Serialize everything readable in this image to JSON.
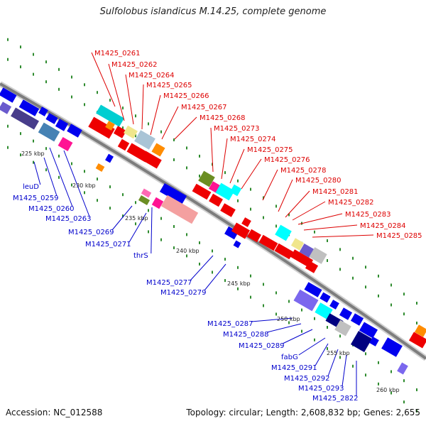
{
  "title": "Sulfolobus islandicus M.14.25, complete genome",
  "accession_text": "Accession: NC_012588",
  "topology_text": "Topology: circular; Length: 2,608,832 bp; Genes: 2,655",
  "colors": {
    "forward_label": "#dd0000",
    "reverse_label": "#0000cc",
    "backbone": "#808080",
    "tick": "#2e8b2e"
  },
  "ticks": [
    "225 kbp",
    "230 kbp",
    "235 kbp",
    "240 kbp",
    "245 kbp",
    "250 kbp",
    "255 kbp",
    "260 kbp"
  ],
  "forward_labels": [
    "M1425_0261",
    "M1425_0262",
    "M1425_0264",
    "M1425_0265",
    "M1425_0266",
    "M1425_0267",
    "M1425_0268",
    "M1425_0273",
    "M1425_0274",
    "M1425_0275",
    "M1425_0276",
    "M1425_0278",
    "M1425_0280",
    "M1425_0281",
    "M1425_0282",
    "M1425_0283",
    "M1425_0284",
    "M1425_0285"
  ],
  "reverse_labels": [
    "leuD",
    "M1425_0259",
    "M1425_0260",
    "M1425_0263",
    "M1425_0269",
    "M1425_0271",
    "thrS",
    "M1425_0277",
    "M1425_0279",
    "M1425_0287",
    "M1425_0288",
    "M1425_0289",
    "fabG",
    "M1425_0291",
    "M1425_0292",
    "M1425_0293",
    "M1425_2822"
  ]
}
